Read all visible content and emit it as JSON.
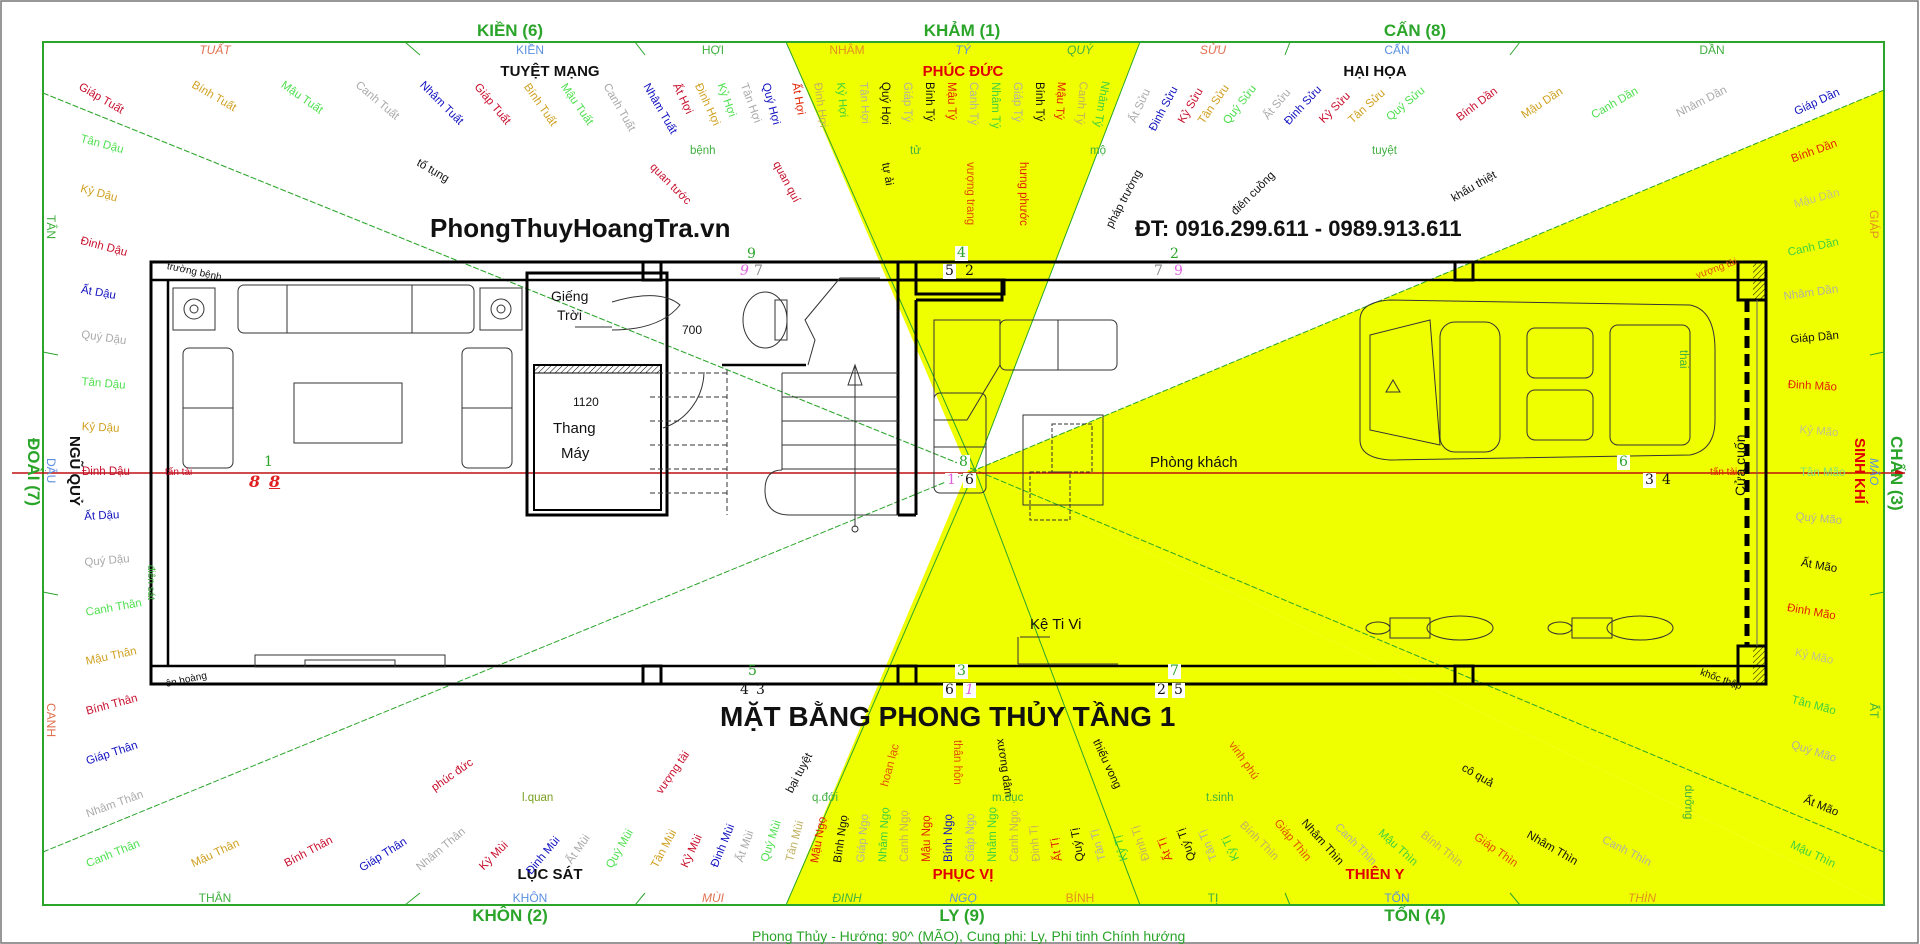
{
  "header": {
    "website": "PhongThuyHoangTra.vn",
    "phone": "ĐT: 0916.299.611 - 0989.913.611"
  },
  "title": "MẶT BẰNG PHONG THỦY TẦNG 1",
  "footer": "Phong Thủy - Hướng: 90^ (MÃO), Cung phi: Ly, Phi tinh Chính hướng",
  "colors": {
    "good_sector": "#f0ff00",
    "frame": "#2aa52a",
    "axis": "#c01010",
    "wall": "#000000"
  },
  "trigrams": {
    "kien": "KIỀN (6)",
    "kham": "KHẢM (1)",
    "can": "CẤN (8)",
    "doai": "ĐOÀI (7)",
    "chan": "CHẤN (3)",
    "khon": "KHÔN (2)",
    "ly": "LY (9)",
    "ton": "TỐN (4)"
  },
  "stars": {
    "tuyet_mang": "TUYỆT MẠNG",
    "phuc_duc": "PHÚC ĐỨC",
    "hai_hoa": "HẠI HỌA",
    "ngu_quy": "NGŨ QUỶ",
    "sinh_khi": "SINH KHÍ",
    "luc_sat": "LỤC SÁT",
    "phuc_vi": "PHỤC VỊ",
    "thien_y": "THIÊN Y"
  },
  "sectors": {
    "top": [
      "TUẤT",
      "KIỀN",
      "HỢI",
      "NHÂM",
      "TÝ",
      "QUÝ",
      "SỬU",
      "CẤN",
      "DẦN"
    ],
    "bottom": [
      "THÂN",
      "KHÔN",
      "MÙI",
      "ĐINH",
      "NGỌ",
      "BÍNH",
      "TỊ",
      "TỐN",
      "THÌN"
    ],
    "left": [
      "TÂN",
      "DẬU",
      "CANH"
    ],
    "right": [
      "GIÁP",
      "MÃO",
      "ẤT"
    ]
  },
  "ring_top": [
    "Giáp Tuất",
    "Bính Tuất",
    "Mậu Tuất",
    "Canh Tuất",
    "Nhâm Tuất",
    "Giáp Tuất",
    "Bính Tuất",
    "Mậu Tuất",
    "Canh Tuất",
    "Nhâm Tuất",
    "Ất Hợi",
    "Đinh Hợi",
    "Kỷ Hợi",
    "Tân Hợi",
    "Quý Hợi",
    "Ất Hợi",
    "Đinh Hợi",
    "Kỷ Hợi",
    "Tân Hợi",
    "Quý Hợi",
    "Giáp Tý",
    "Bính Tý",
    "Mậu Tý",
    "Canh Tý",
    "Nhâm Tý",
    "Giáp Tý",
    "Bính Tý",
    "Mậu Tý",
    "Canh Tý",
    "Nhâm Tý",
    "Ất Sửu",
    "Đinh Sửu",
    "Kỷ Sửu",
    "Tân Sửu",
    "Quý Sửu",
    "Ất Sửu",
    "Đinh Sửu",
    "Kỷ Sửu",
    "Tân Sửu",
    "Quý Sửu",
    "Bính Dần",
    "Mậu Dần",
    "Canh Dần",
    "Nhâm Dần",
    "Giáp Dần"
  ],
  "ring_left": [
    "Giáp Tuất",
    "Tân Dậu",
    "Kỷ Dậu",
    "Đinh Dậu",
    "Ất Dậu",
    "Quý Dậu",
    "Tân Dậu",
    "Kỷ Dậu",
    "Đinh Dậu",
    "Ất Dậu",
    "Quý Dậu",
    "Canh Thân",
    "Mậu Thân",
    "Bính Thân",
    "Giáp Thân",
    "Nhâm Thân",
    "Canh Thân"
  ],
  "ring_right": [
    "Giáp Dần",
    "Bính Dần",
    "Mậu Dần",
    "Canh Dần",
    "Nhâm Dần",
    "Giáp Dần",
    "Đinh Mão",
    "Kỷ Mão",
    "Tân Mão",
    "Quý Mão",
    "Ất Mão",
    "Đinh Mão",
    "Kỷ Mão",
    "Tân Mão",
    "Quý Mão",
    "Ất Mão",
    "Mậu Thìn"
  ],
  "ring_bottom": [
    "Mậu Thân",
    "Bính Thân",
    "Giáp Thân",
    "Nhâm Thân",
    "Kỷ Mùi",
    "Đinh Mùi",
    "Ất Mùi",
    "Quý Mùi",
    "Tân Mùi",
    "Kỷ Mùi",
    "Đinh Mùi",
    "Ất Mùi",
    "Quý Mùi",
    "Tân Mùi",
    "Mậu Ngọ",
    "Bính Ngọ",
    "Giáp Ngọ",
    "Nhâm Ngọ",
    "Canh Ngọ",
    "Mậu Ngọ",
    "Bính Ngọ",
    "Giáp Ngọ",
    "Nhâm Ngọ",
    "Canh Ngọ",
    "Đinh Tị",
    "Ất Tị",
    "Quý Tị",
    "Tân Tị",
    "Kỷ Tị",
    "Đinh Tị",
    "Ất Tị",
    "Quý Tị",
    "Tân Tị",
    "Kỷ Tị",
    "Bính Thìn",
    "Giáp Thìn",
    "Nhâm Thìn",
    "Canh Thìn",
    "Mậu Thìn",
    "Bính Thìn",
    "Giáp Thìn",
    "Nhâm Thìn",
    "Canh Thìn"
  ],
  "fortunes": {
    "to_tung": "tố tụng",
    "quan_tuoc": "quan tước",
    "quan_qui": "quan quí",
    "ty_ai": "tự ải",
    "vuong_trang": "vượng trang",
    "hung_phuoc": "hưng phước",
    "phap_truong": "pháp trường",
    "dien_cuong": "điên cuồng",
    "khau_thiet": "khẩu thiệt",
    "benh": "bệnh",
    "tu": "tử",
    "mo": "mộ",
    "tuyet": "tuyệt",
    "thai": "thai",
    "duong": "dưỡng",
    "co_qua": "cô quả",
    "vinh_phu": "vinh phú",
    "thieu_vong": "thiếu vong",
    "xuong_dam": "xương dâm",
    "than_hon": "thân hôn",
    "hoan_lac": "hoan lạc",
    "bai_tuyet": "bại tuyệt",
    "vuong_tai": "vượng tài",
    "phuc_duc_lower": "phúc đức",
    "l_quan": "l.quan",
    "q_doi": "q.đới",
    "m_duc": "m.dục",
    "t_sinh": "t.sinh",
    "truong_benh": "trường bệnh",
    "tan_tai": "tấn tài",
    "tan_tai_r": "tấn tài",
    "vuong_tai_r": "vượng tài",
    "khoc_thap": "khốc thập",
    "on_hoang": "ôn hoàng",
    "dien_sat": "điên sát"
  },
  "rooms": {
    "gieng_troi_1": "Giếng",
    "gieng_troi_2": "Trời",
    "dim_700": "700",
    "dim_1120": "1120",
    "thang_1": "Thang",
    "thang_2": "Máy",
    "phong_khach": "Phòng khách",
    "ke_ti_vi": "Kệ Ti Vi",
    "cua_cuon": "Cửa cuốn"
  },
  "flying_stars": {
    "top_left_mtn": "9",
    "top_left_a": "9",
    "top_left_b": "7",
    "top_mid_mtn": "4",
    "top_mid_a": "5",
    "top_mid_b": "2",
    "top_right_mtn": "2",
    "top_right_a": "7",
    "top_right_b": "9",
    "mid_left_mtn": "1",
    "mid_left_a": "8",
    "mid_left_b": "8",
    "center_mtn": "8",
    "center_a": "1",
    "center_b": "6",
    "mid_right_mtn": "6",
    "mid_right_a": "3",
    "mid_right_b": "4",
    "bot_left_mtn": "5",
    "bot_left_a": "4",
    "bot_left_b": "3",
    "bot_mid_mtn": "3",
    "bot_mid_a": "6",
    "bot_mid_b": "1",
    "bot_right_mtn": "7",
    "bot_right_a": "2",
    "bot_right_b": "5"
  }
}
